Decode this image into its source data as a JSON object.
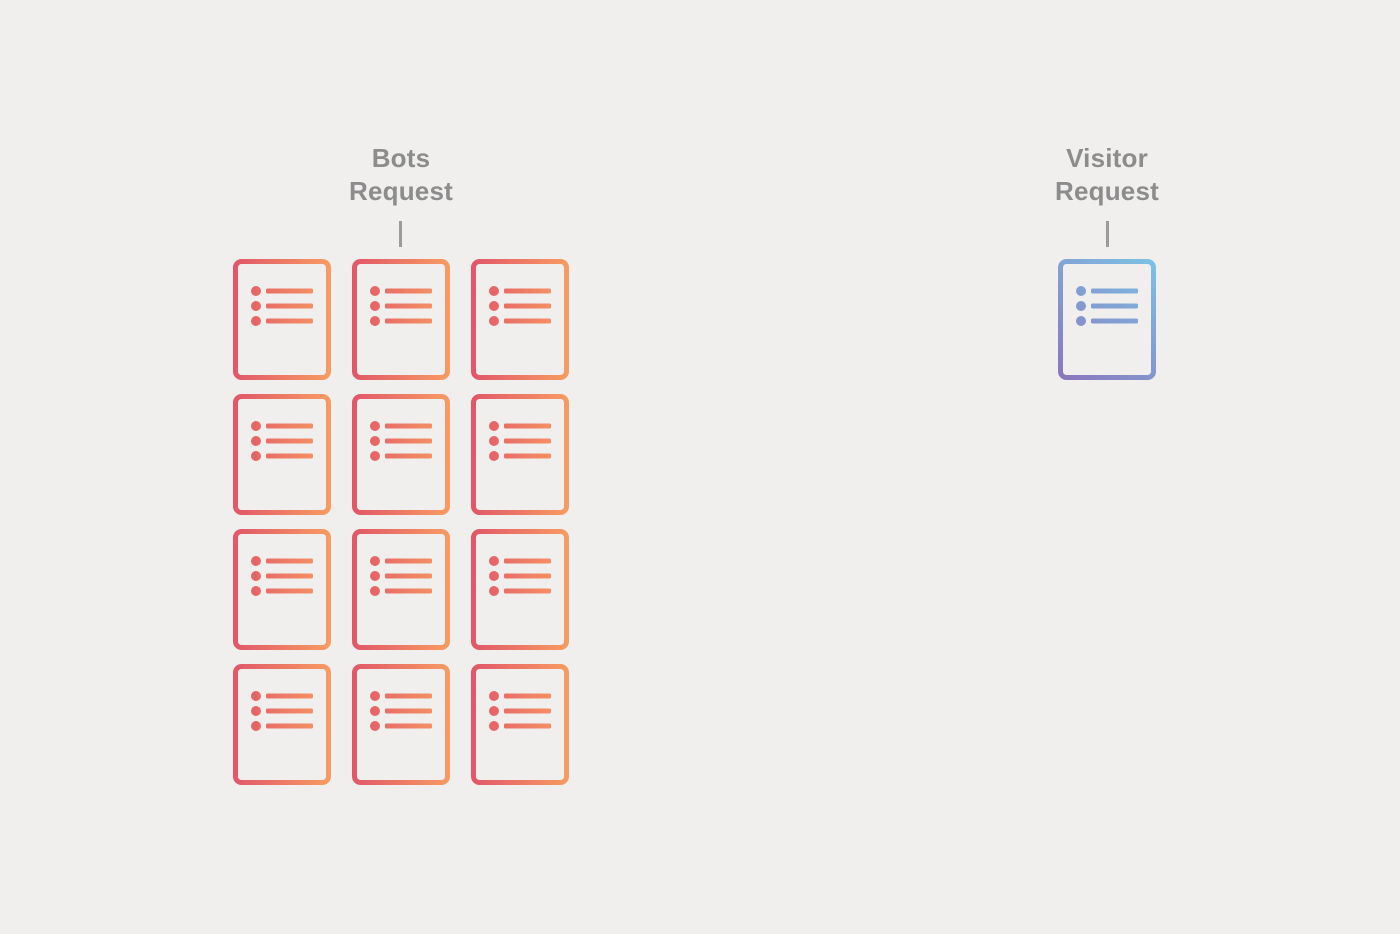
{
  "page": {
    "background": "#f0efee"
  },
  "styles": {
    "label_color": "#8c8c8c",
    "tick_color": "#9b9b9b"
  },
  "groups": [
    {
      "key": "bots",
      "label_line1": "Bots",
      "label_line2": "Request",
      "icon": "document-list-icon",
      "document_count": 12,
      "columns": 3,
      "gradient": {
        "from": "#e15669",
        "to": "#f89c62",
        "direction": "left-to-right"
      }
    },
    {
      "key": "visitor",
      "label_line1": "Visitor",
      "label_line2": "Request",
      "icon": "document-list-icon",
      "document_count": 1,
      "columns": 1,
      "gradient": {
        "from": "#8a75bd",
        "to": "#7cc3e5",
        "direction": "bottomleft-to-topright"
      }
    }
  ]
}
